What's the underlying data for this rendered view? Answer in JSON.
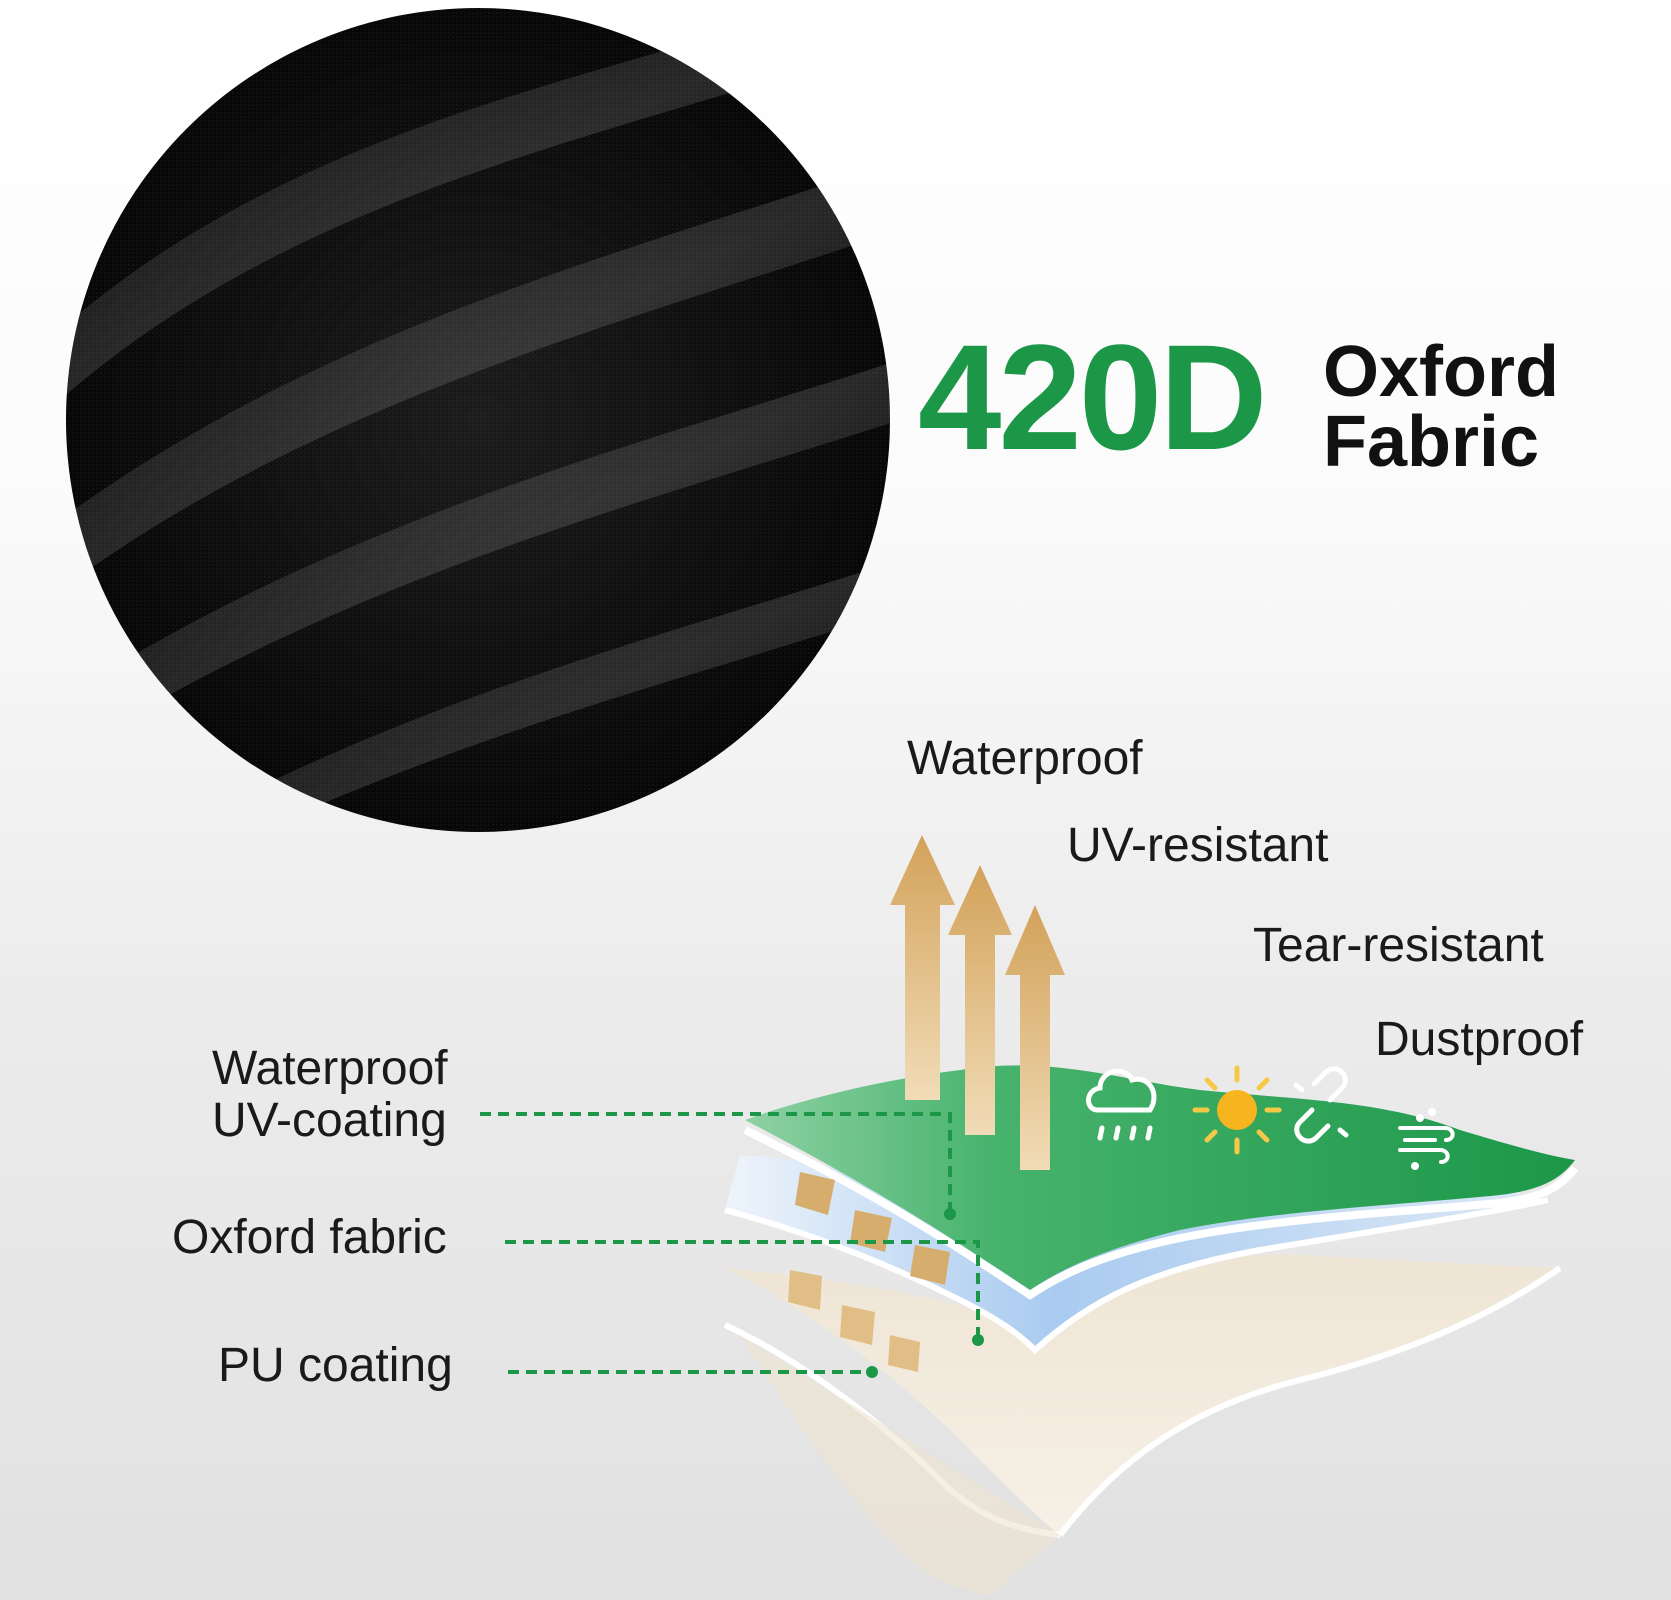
{
  "headline": {
    "number": "420D",
    "line1": "Oxford",
    "line2": "Fabric"
  },
  "benefits": [
    "Waterproof",
    "UV-resistant",
    "Tear-resistant",
    "Dustproof"
  ],
  "layers": {
    "top_line1": "Waterproof",
    "top_line2": "UV-coating",
    "middle": "Oxford fabric",
    "bottom": "PU coating"
  },
  "icons": [
    "rain-cloud-icon",
    "sun-icon",
    "broken-link-icon",
    "wind-dust-icon"
  ],
  "colors": {
    "accent_green": "#1c9748",
    "layer_top": "#2aa257",
    "layer_middle": "#a9cbf0",
    "layer_bottom": "#e8dcc8",
    "arrow_gold": "#d9ad6a",
    "leader_line": "#1c9748",
    "fabric_black": "#0b0b0b"
  }
}
